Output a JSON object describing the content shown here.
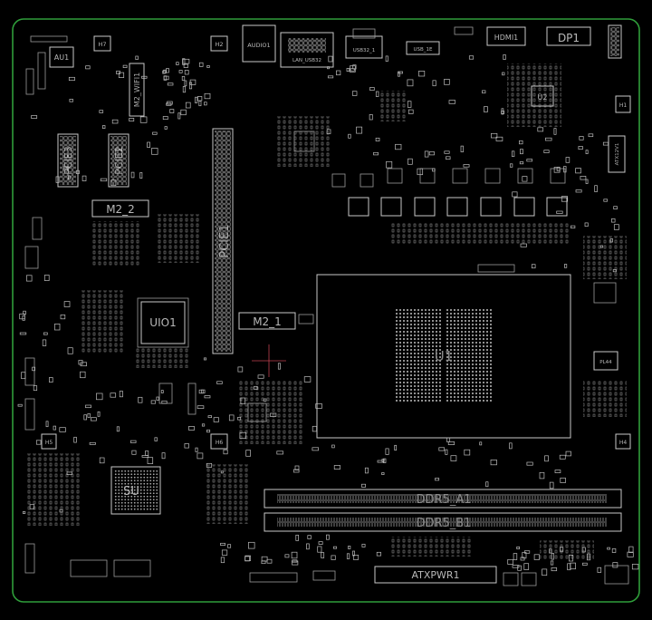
{
  "board": {
    "colors": {
      "background": "#000000",
      "edge": "#2f9e3a",
      "silkscreen": "#c8c8c8",
      "label": "#b8b8b8",
      "crosshair": "#c04050"
    },
    "labels": {
      "au1": "AU1",
      "h7": "H7",
      "h2": "H2",
      "audio1": "AUDIO1",
      "lan_usb": "LAN_USB32",
      "usb32_1": "USB32_1",
      "usb_1e": "USB_1E",
      "hdmi1": "HDMI1",
      "dp1": "DP1",
      "u2": "U2",
      "m2_wifi1": "M2_WIFI1",
      "pcie3": "PCIE3",
      "pcie2": "PCIE2",
      "pcie1": "PCIE1",
      "m2_2": "M2_2",
      "m2_1": "M2_1",
      "uio1": "UIO1",
      "u1": "U1",
      "su": "SU",
      "ddr5_a1": "DDR5_A1",
      "ddr5_b1": "DDR5_B1",
      "atxpwr1": "ATXPWR1",
      "h6": "H6",
      "h1": "H1",
      "h5": "H5",
      "h4": "H4",
      "pl44": "PL44",
      "atx12v1": "ATX12V1"
    }
  }
}
